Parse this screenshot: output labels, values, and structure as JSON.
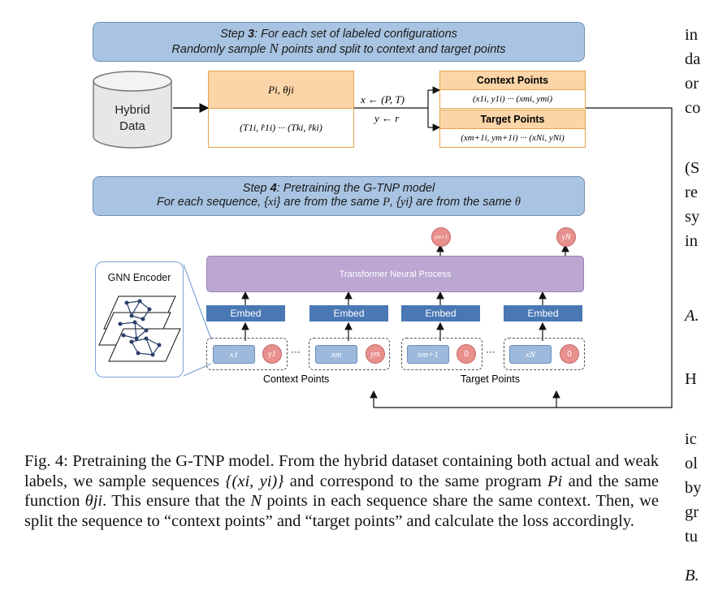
{
  "step3": {
    "line1_prefix": "Step ",
    "line1_num": "3",
    "line1_rest": ": For each set of labeled configurations",
    "line2_a": "Randomly sample ",
    "line2_var": "N",
    "line2_b": " points and split to context and target points"
  },
  "database": {
    "line1": "Hybrid",
    "line2": "Data"
  },
  "config_box": {
    "top": "Pi, θji",
    "bottom": "(T1i, r̂1i) ··· (Tki, r̂ki)"
  },
  "arrow_labels": {
    "x": "x ← (P, T)",
    "y": "y ← r"
  },
  "context_points_box": {
    "title": "Context Points",
    "value": "(x1i, y1i) ··· (xmi, ymi)"
  },
  "target_points_box": {
    "title": "Target Points",
    "value": "(xm+1i, ym+1i) ··· (xNi, yNi)"
  },
  "step4": {
    "line1_prefix": "Step ",
    "line1_num": "4",
    "line1_rest": ": Pretraining the G-TNP model",
    "line2_a": "For each sequence, {",
    "line2_x": "xi",
    "line2_b": "} are from the same ",
    "line2_P": "P",
    "line2_c": ", {",
    "line2_y": "yi",
    "line2_d": "} are from the same ",
    "line2_theta": "θ"
  },
  "gnn_encoder": {
    "title": "GNN Encoder"
  },
  "transformer": {
    "label": "Transformer Neural Process"
  },
  "outputs": [
    "ym+1",
    "yN"
  ],
  "embed_label": "Embed",
  "inputs": [
    {
      "x": "x1",
      "y": "y1"
    },
    {
      "x": "xm",
      "y": "ym"
    },
    {
      "x": "xm+1",
      "y": "0"
    },
    {
      "x": "xN",
      "y": "0"
    }
  ],
  "ellipsis": "···",
  "group_labels": {
    "context": "Context Points",
    "target": "Target Points"
  },
  "caption": "Fig. 4: Pretraining the G-TNP model. From the hybrid dataset containing both actual and weak labels, we sample sequences {(xi, yi)} and correspond to the same program Pi and the same function θji. This ensure that the N points in each sequence share the same context. Then, we split the sequence to “context points” and “target points” and calculate the loss accordingly.",
  "caption_parts": {
    "a": "Fig. 4: Pretraining the G-TNP model. From the hybrid dataset containing both actual and weak labels, we sample sequences ",
    "seq": "{(xi, yi)}",
    "b": " and correspond to the same program ",
    "P": "Pi",
    "c": " and the same function ",
    "theta": "θji",
    "d": ". This ensure that the ",
    "N": "N",
    "e": " points in each sequence share the same context. Then, we split the sequence to “context points” and “target points” and calculate the loss accordingly."
  },
  "right_column": [
    "in",
    "da",
    "or",
    "co",
    "(S",
    "re",
    "sy",
    "in",
    "A.",
    "H",
    "ic",
    "ol",
    "by",
    "gr",
    "tu",
    "B."
  ]
}
